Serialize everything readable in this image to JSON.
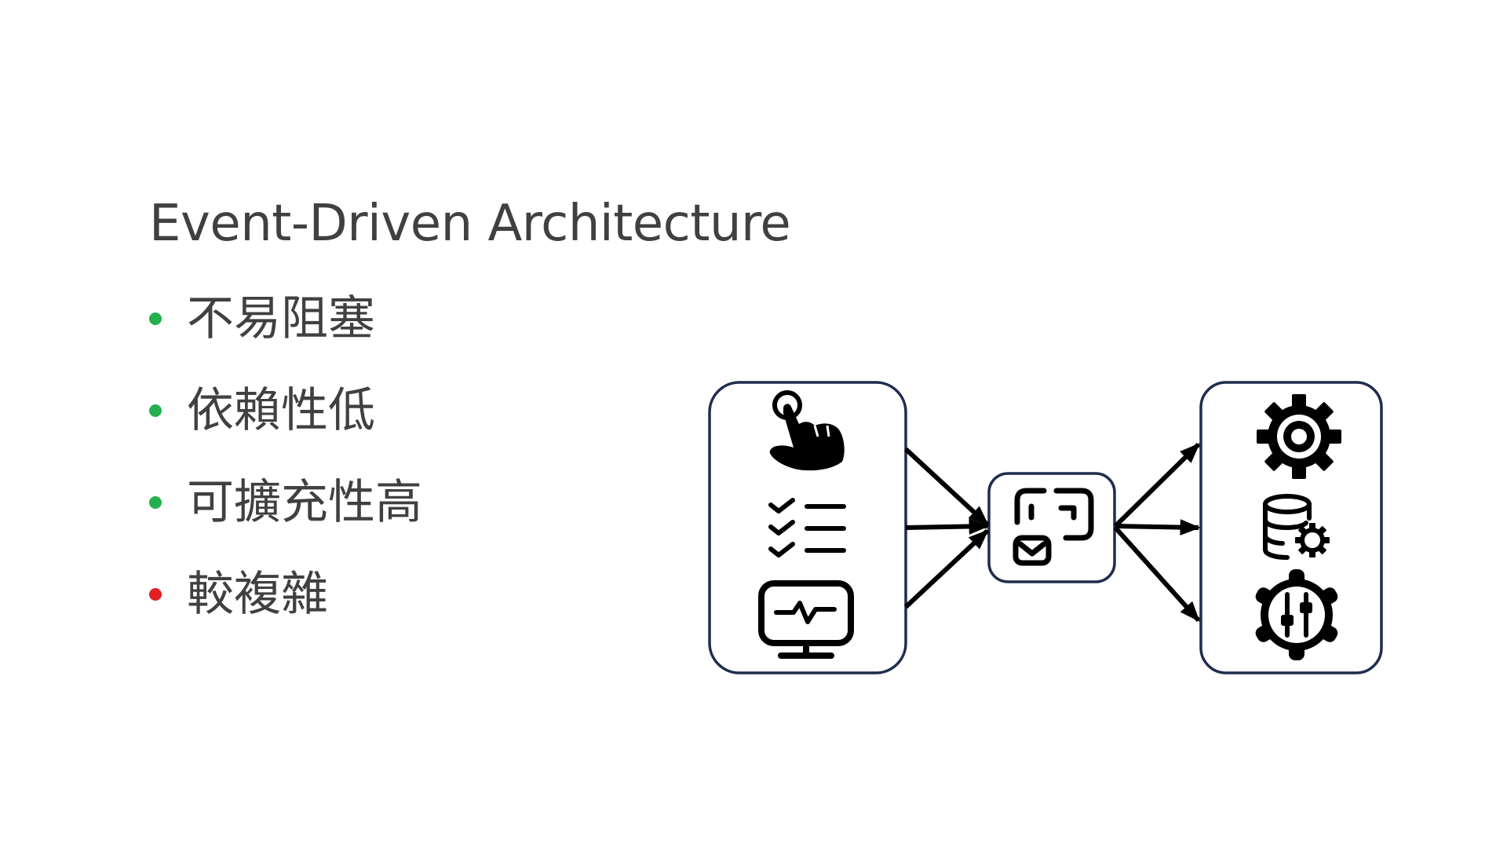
{
  "slide": {
    "title": "Event-Driven Architecture",
    "bullets": [
      {
        "text": "不易阻塞",
        "color": "#22b14c"
      },
      {
        "text": "依賴性低",
        "color": "#22b14c"
      },
      {
        "text": "可擴充性高",
        "color": "#22b14c"
      },
      {
        "text": "較複雜",
        "color": "#e32020"
      }
    ]
  },
  "diagram": {
    "producers": {
      "icons": [
        "tap-hand-icon",
        "checklist-icon",
        "monitor-pulse-icon"
      ]
    },
    "broker": {
      "icons": [
        "message-broker-icon"
      ]
    },
    "consumers": {
      "icons": [
        "gear-icon",
        "database-gear-icon",
        "gear-settings-icon"
      ]
    },
    "box_border_color": "#1f2d4d",
    "arrow_color": "#000000"
  }
}
